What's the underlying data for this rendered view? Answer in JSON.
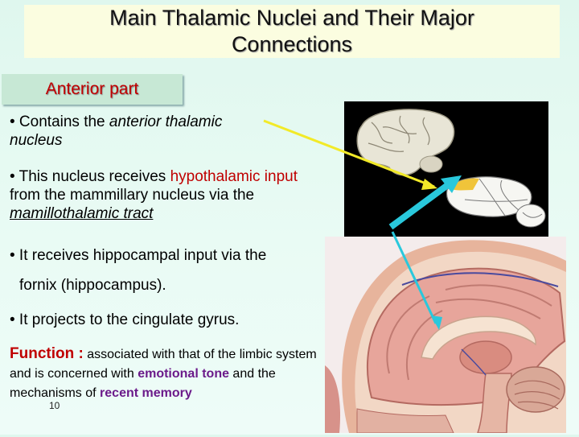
{
  "title": {
    "line1": "Main Thalamic Nuclei and Their Major",
    "line2": "Connections"
  },
  "subheading": "Anterior part",
  "bullets": {
    "b1": {
      "prefix": "• Contains the ",
      "em": "anterior thalamic nucleus"
    },
    "b2": {
      "prefix": "• This nucleus receives ",
      "red": "hypothalamic input",
      "mid": " from the mammillary nucleus via the ",
      "underline": "mamillothalamic tract"
    },
    "b3": "• It receives hippocampal input via the",
    "b4": "fornix (hippocampus).",
    "b5": "• It projects to the cingulate gyrus."
  },
  "function": {
    "label": "Function :",
    "text1": " associated with that of the limbic system and is concerned with ",
    "keyword1": "emotional tone",
    "text2": " and the mechanisms of ",
    "keyword2": "recent memory"
  },
  "page_number": "10",
  "colors": {
    "accent_red": "#c00000",
    "keyword_purple": "#6b1a8a",
    "title_bg": "#fbfde0",
    "arrow_yellow": "#f2ea28",
    "arrow_cyan": "#29c8dc"
  }
}
